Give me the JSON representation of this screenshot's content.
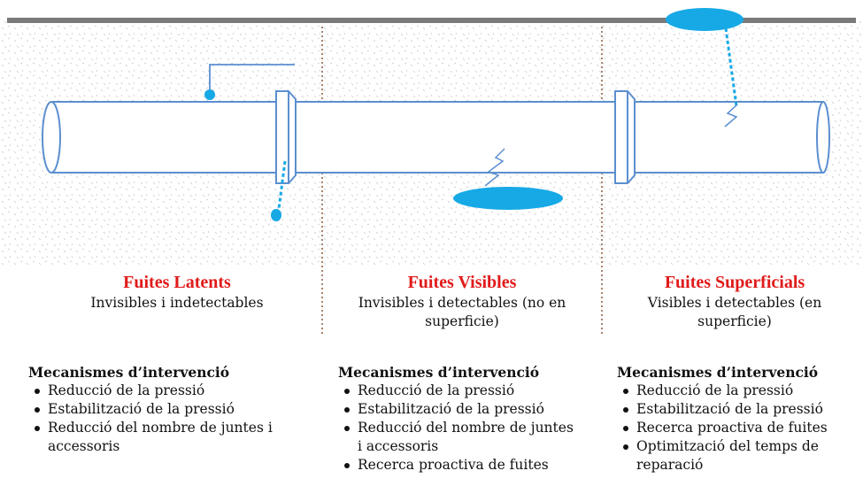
{
  "columns": [
    {
      "title": "Fuites Latents",
      "subtitle": "Invisibles i indetectables",
      "mechanisms_title": "Mecanismes d’intervenció",
      "items": [
        "Reducció de la pressió",
        "Estabilització de la pressió",
        "Reducció del nombre de juntes i accessoris"
      ]
    },
    {
      "title": "Fuites Visibles",
      "subtitle": "Invisibles i detectables (no en superficie)",
      "mechanisms_title": "Mecanismes d’intervenció",
      "items": [
        "Reducció de la pressió",
        "Estabilització de la pressió",
        "Reducció del nombre de juntes i accessoris",
        "Recerca proactiva de fuites"
      ]
    },
    {
      "title": "Fuites Superficials",
      "subtitle": "Visibles i detectables (en superficie)",
      "mechanisms_title": "Mecanismes d’intervenció",
      "items": [
        "Reducció de la pressió",
        "Estabilització de la pressió",
        "Recerca proactiva de fuites",
        "Optimització del temps de reparació"
      ]
    }
  ],
  "colors": {
    "title": "#e01b1b",
    "pipe": "#5b8fd0",
    "water": "#16a9e6",
    "ground": "#7a7a7a",
    "divider": "#8a5a3c"
  }
}
